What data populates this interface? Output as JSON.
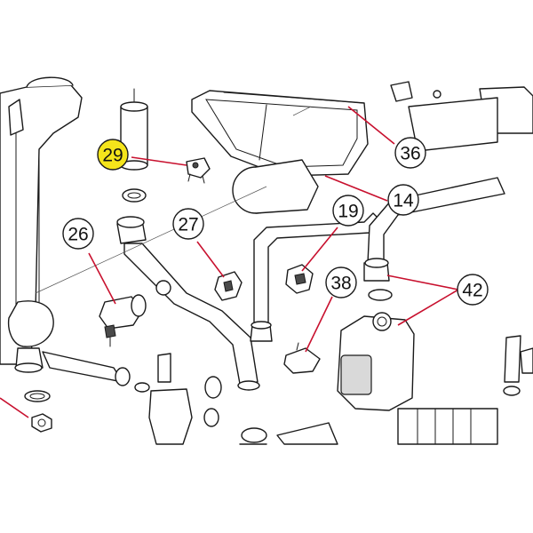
{
  "colors": {
    "leader": "#c8102e",
    "callout_fill": "#ffffff",
    "callout_highlight": "#f5e51b",
    "line": "#1a1a1a"
  },
  "callouts": [
    {
      "label": "29",
      "highlighted": true
    },
    {
      "label": "36",
      "highlighted": false
    },
    {
      "label": "14",
      "highlighted": false
    },
    {
      "label": "26",
      "highlighted": false
    },
    {
      "label": "27",
      "highlighted": false
    },
    {
      "label": "19",
      "highlighted": false
    },
    {
      "label": "38",
      "highlighted": false
    },
    {
      "label": "42",
      "highlighted": false
    }
  ]
}
